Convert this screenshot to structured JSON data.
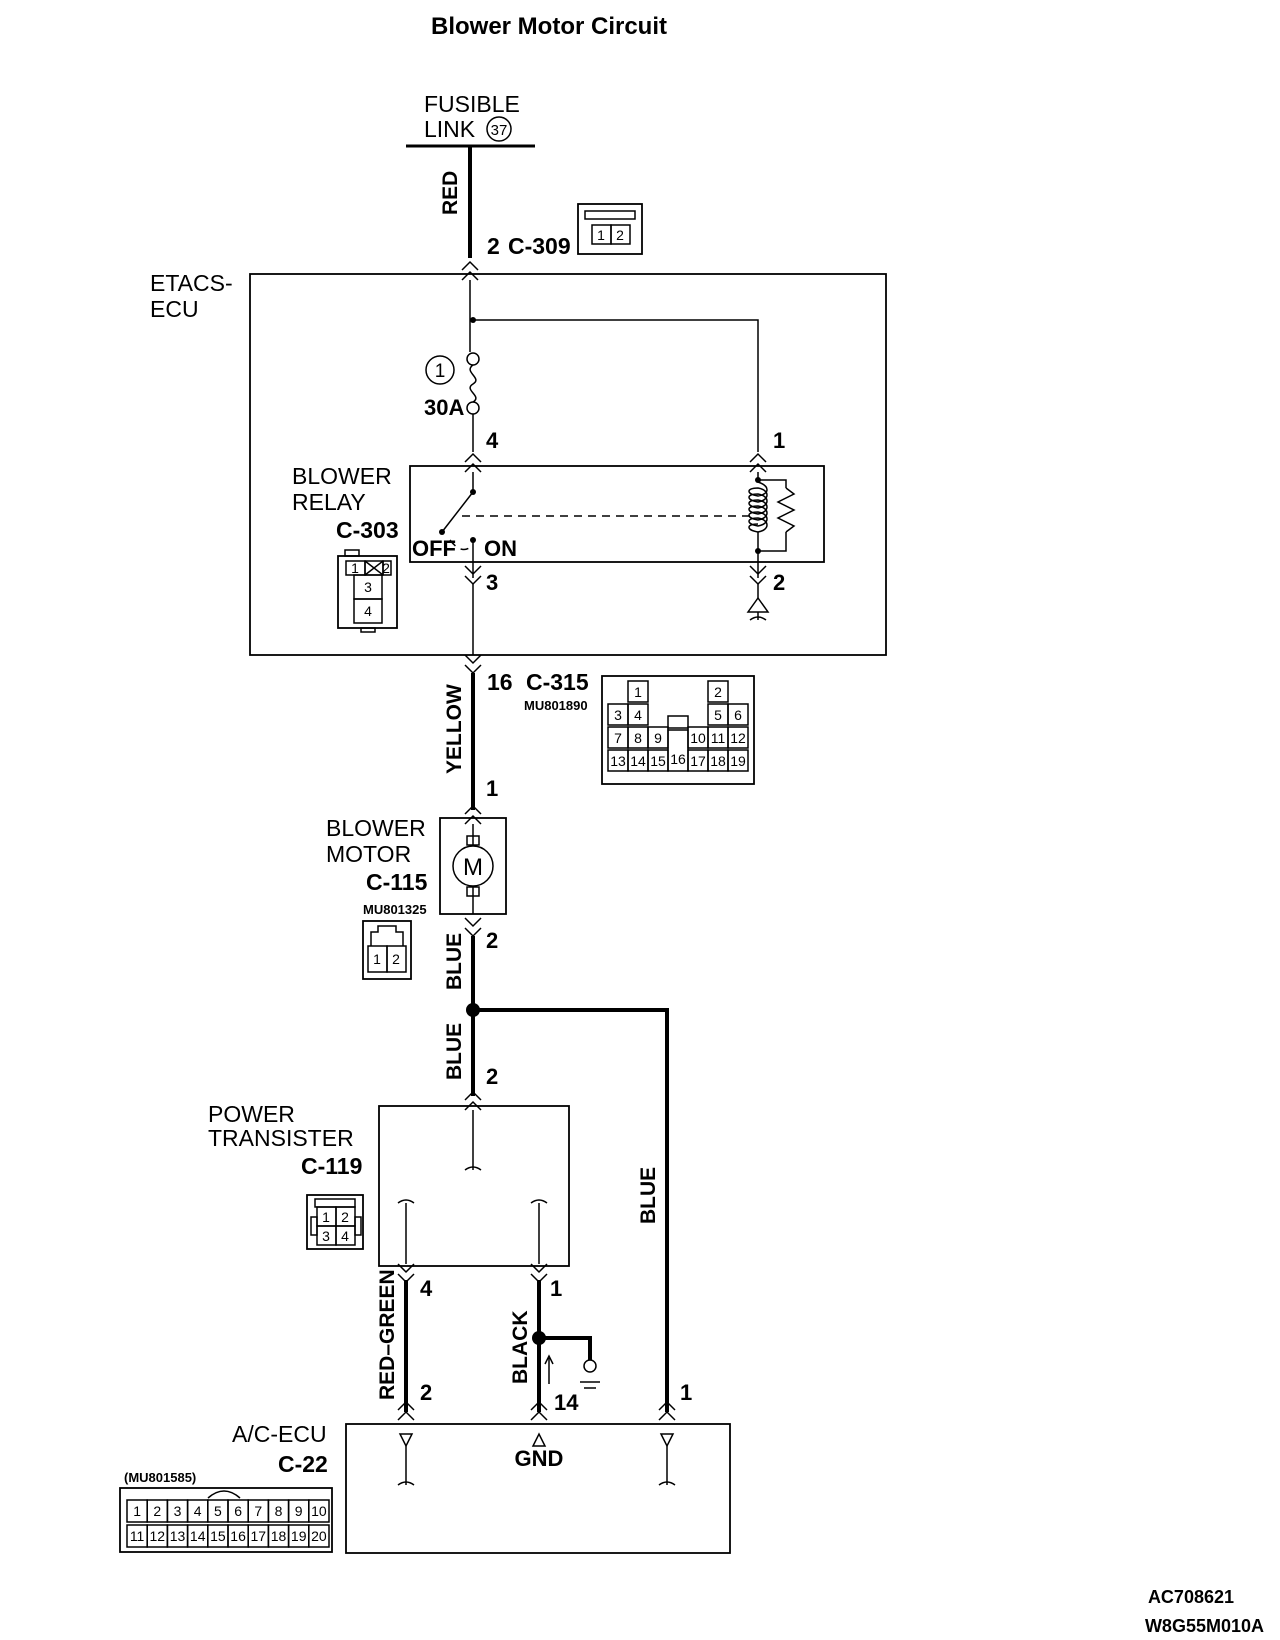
{
  "title": "Blower Motor Circuit",
  "fusible_link": {
    "line1": "FUSIBLE",
    "line2": "LINK",
    "number": "37"
  },
  "etacs": {
    "line1": "ETACS-",
    "line2": "ECU"
  },
  "fuse": {
    "number": "1",
    "rating": "30A"
  },
  "blower_relay": {
    "line1": "BLOWER",
    "line2": "RELAY",
    "connector": "C-303",
    "off": "OFF",
    "on": "ON"
  },
  "blower_motor": {
    "line1": "BLOWER",
    "line2": "MOTOR",
    "connector": "C-115",
    "part": "MU801325",
    "symbol": "M"
  },
  "power_transistor": {
    "line1": "POWER",
    "line2": "TRANSISTER",
    "connector": "C-119"
  },
  "ac_ecu": {
    "label": "A/C-ECU",
    "connector": "C-22",
    "part": "(MU801585)",
    "gnd": "GND"
  },
  "connectors": {
    "c309": {
      "pin": "2",
      "name": "C-309",
      "cells": [
        "1",
        "2"
      ]
    },
    "c315": {
      "pin": "16",
      "name": "C-315",
      "part": "MU801890",
      "cells": [
        "1",
        "2",
        "3",
        "4",
        "5",
        "6",
        "7",
        "8",
        "9",
        "10",
        "11",
        "12",
        "13",
        "14",
        "15",
        "16",
        "17",
        "18",
        "19"
      ]
    },
    "c303_cells": [
      "1",
      "2",
      "3",
      "4"
    ],
    "c115_cells": [
      "1",
      "2"
    ],
    "c119_cells": [
      "1",
      "2",
      "3",
      "4"
    ],
    "c22_cells": [
      "1",
      "2",
      "3",
      "4",
      "5",
      "6",
      "7",
      "8",
      "9",
      "10",
      "11",
      "12",
      "13",
      "14",
      "15",
      "16",
      "17",
      "18",
      "19",
      "20"
    ]
  },
  "pins": {
    "relay_4": "4",
    "relay_1": "1",
    "relay_3": "3",
    "relay_2": "2",
    "motor_1": "1",
    "motor_2": "2",
    "pt_2": "2",
    "pt_4": "4",
    "pt_1": "1",
    "ecu_2": "2",
    "ecu_1": "1"
  },
  "wires": {
    "red": "RED",
    "yellow": "YELLOW",
    "blue_1": "BLUE",
    "blue_2": "BLUE",
    "blue_3": "BLUE",
    "red_green": "RED–GREEN",
    "black": "BLACK"
  },
  "ground": {
    "number": "14"
  },
  "codes": {
    "line1": "AC708621",
    "line2": "W8G55M010A"
  },
  "colors": {
    "ink": "#000000",
    "paper": "#ffffff"
  }
}
